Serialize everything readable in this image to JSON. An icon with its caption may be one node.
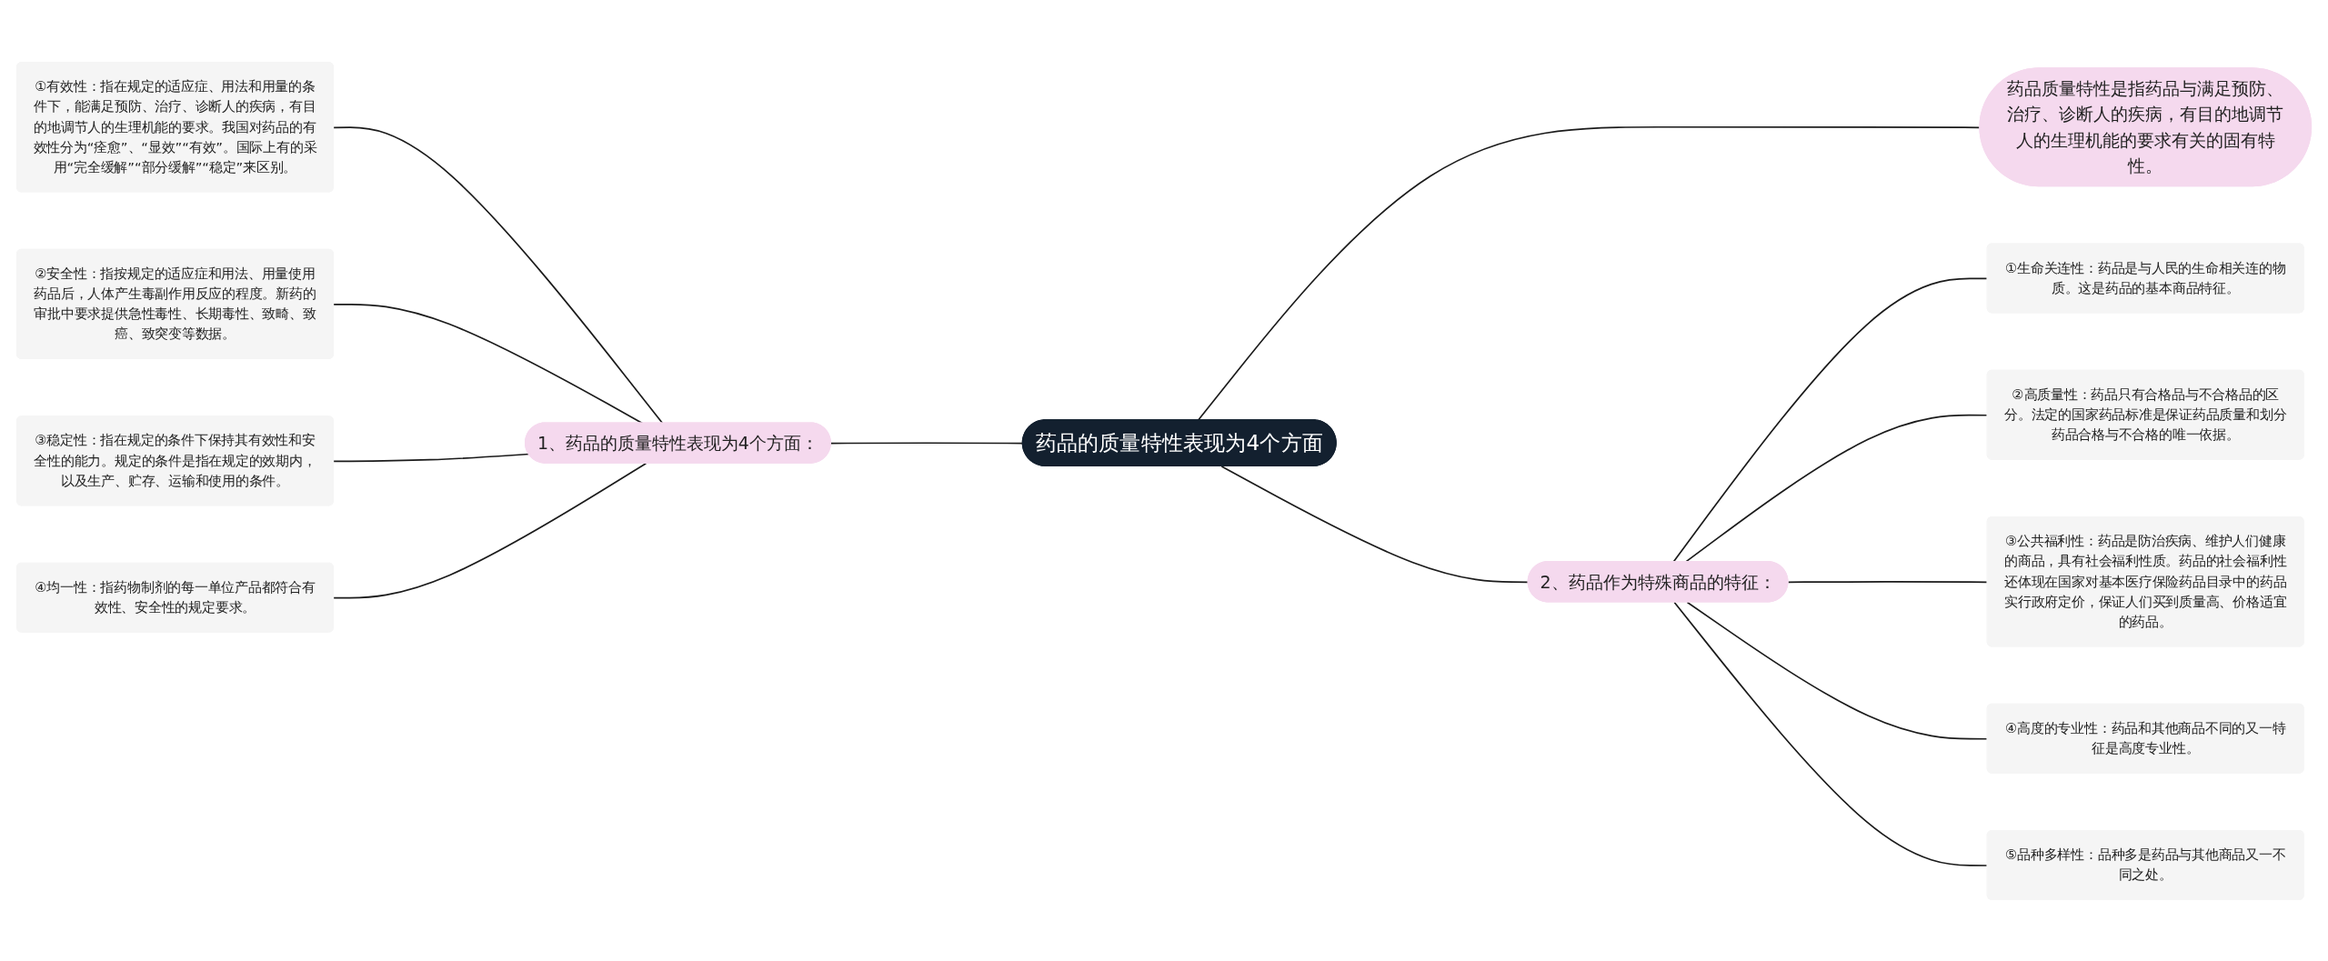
{
  "diagram": {
    "nodes": [
      {
        "text": [
          "药品的质量特性表现为4个方面"
        ]
      },
      {
        "text": [
          "药品质量特性是指药品与满足预防、治疗、诊断人的疾病，有目的地调节人的生理机能的要求有关的固有特性。"
        ]
      },
      {
        "text": [
          "1、药品的质量特性表现为4个方面："
        ]
      },
      {
        "text": [
          "①有效性：指在规定的适应症、用法和用量的条件下，能满足预防、治疗、诊断人的疾病，有目的地调节人的生理机能的要求。我国对药品的有效性分为“痊愈”、“显效”“有效”。国际上有的采用“完全缓解”“部分缓解”“稳定”来区别。"
        ]
      },
      {
        "text": [
          "②安全性：指按规定的适应症和用法、用量使用药品后，人体产生毒副作用反应的程度。新药的审批中要求提供急性毒性、长期毒性、致畸、致癌、致突变等数据。"
        ]
      },
      {
        "text": [
          "③稳定性：指在规定的条件下保持其有效性和安全性的能力。规定的条件是指在规定的效期内，以及生产、贮存、运输和使用的条件。"
        ]
      },
      {
        "text": [
          "④均一性：指药物制剂的每一单位产品都符合有效性、安全性的规定要求。"
        ]
      },
      {
        "text": [
          "2、药品作为特殊商品的特征："
        ]
      },
      {
        "text": [
          "①生命关连性：药品是与人民的生命相关连的物质。这是药品的基本商品特征。"
        ]
      },
      {
        "text": [
          "②高质量性：药品只有合格品与不合格品的区分。法定的国家药品标准是保证药品质量和划分药品合格与不合格的唯一依据。"
        ]
      },
      {
        "text": [
          "③公共福利性：药品是防治疾病、维护人们健康的商品，具有社会福利性质。药品的社会福利性还体现在国家对基本医疗保险药品目录中的药品实行政府定价，保证人们买到质量高、价格适宜的药品。"
        ]
      },
      {
        "text": [
          "④高度的专业性：药品和其他商品不同的又一特征是高度专业性。"
        ]
      },
      {
        "text": [
          "⑤品种多样性：品种多是药品与其他商品又一不同之处。"
        ]
      }
    ],
    "edges": [
      {
        "from": 0,
        "to": 1,
        "arrow": "none"
      },
      {
        "from": 0,
        "to": 2,
        "arrow": "none"
      },
      {
        "from": 2,
        "to": 3,
        "arrow": "none"
      },
      {
        "from": 2,
        "to": 4,
        "arrow": "none"
      },
      {
        "from": 2,
        "to": 5,
        "arrow": "none"
      },
      {
        "from": 2,
        "to": 6,
        "arrow": "none"
      },
      {
        "from": 0,
        "to": 7,
        "arrow": "none"
      },
      {
        "from": 7,
        "to": 8,
        "arrow": "none"
      },
      {
        "from": 7,
        "to": 9,
        "arrow": "none"
      },
      {
        "from": 7,
        "to": 10,
        "arrow": "none"
      },
      {
        "from": 7,
        "to": 11,
        "arrow": "none"
      },
      {
        "from": 7,
        "to": 12,
        "arrow": "none"
      }
    ]
  }
}
